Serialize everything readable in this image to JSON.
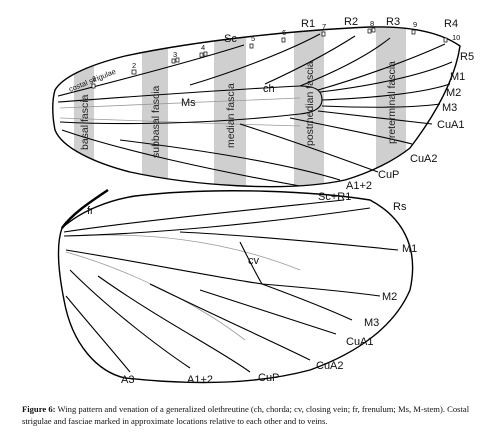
{
  "forewing": {
    "fascia_labels": [
      "basal fascia",
      "subbasal fascia",
      "median fascia",
      "postmedian fascia",
      "preterminal fascia"
    ],
    "costal_strigulae_label": "costal strigulae",
    "strigulae_numbers": [
      "1",
      "2",
      "3",
      "4",
      "5",
      "6",
      "7",
      "8",
      "9",
      "10"
    ],
    "vein_labels": {
      "Sc": "Sc",
      "R1": "R1",
      "R2": "R2",
      "R3": "R3",
      "R4": "R4",
      "R5": "R5",
      "M1": "M1",
      "M2": "M2",
      "M3": "M3",
      "CuA1": "CuA1",
      "CuA2": "CuA2",
      "CuP": "CuP",
      "A1_2": "A1+2",
      "Ms": "Ms",
      "ch": "ch"
    }
  },
  "hindwing": {
    "vein_labels": {
      "fr": "fr",
      "ScR1": "Sc+R1",
      "Rs": "Rs",
      "cv": "cv",
      "M1": "M1",
      "M2": "M2",
      "M3": "M3",
      "CuA1": "CuA1",
      "CuA2": "CuA2",
      "CuP": "CuP",
      "A1_2": "A1+2",
      "A3": "A3"
    }
  },
  "caption": {
    "label": "Figure 6:",
    "text": "Wing pattern and venation of a generalized olethreutine (ch, chorda; cv, closing vein; fr, frenulum; Ms, M-stem). Costal strigulae and fasciae marked in approximate locations relative to each other and to veins."
  },
  "colors": {
    "fascia_band": "#cfcfcf",
    "vein": "#000000",
    "faint_vein": "#9a9a9a"
  }
}
